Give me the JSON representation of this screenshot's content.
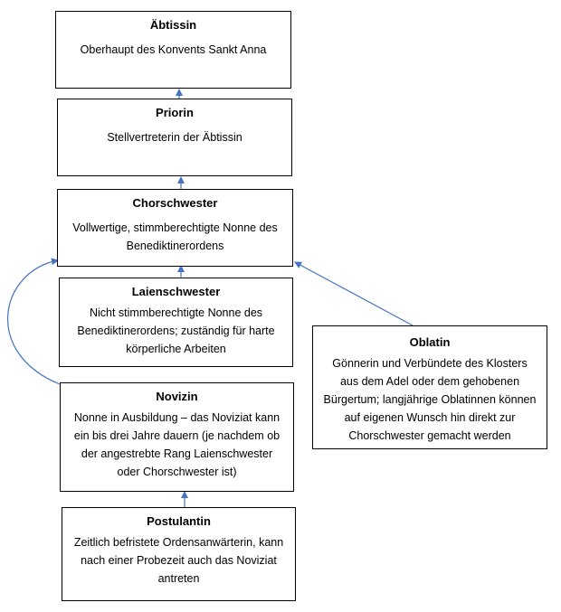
{
  "nodes": {
    "abtissin": {
      "title": "Äbtissin",
      "desc": "Oberhaupt des Konvents Sankt Anna"
    },
    "priorin": {
      "title": "Priorin",
      "desc": "Stellvertreterin der Äbtissin"
    },
    "chorschwester": {
      "title": "Chorschwester",
      "desc": "Vollwertige, stimmberechtigte Nonne des Benediktinerordens"
    },
    "laienschwester": {
      "title": "Laienschwester",
      "desc": "Nicht stimmberechtigte Nonne des Benediktinerordens; zuständig für harte körperliche Arbeiten"
    },
    "novizin": {
      "title": "Novizin",
      "desc": "Nonne in Ausbildung – das Noviziat kann ein bis drei Jahre dauern (je nachdem ob der angestrebte Rang Laienschwester oder Chorschwester ist)"
    },
    "postulantin": {
      "title": "Postulantin",
      "desc": "Zeitlich befristete Ordensanwärterin, kann nach einer Probezeit auch das Noviziat antreten"
    },
    "oblatin": {
      "title": "Oblatin",
      "desc": "Gönnerin und Verbündete des Klosters aus dem Adel oder dem gehobenen Bürgertum; langjährige Oblatinnen können auf eigenen Wunsch hin direkt zur Chorschwester gemacht werden"
    }
  },
  "edges": [
    {
      "from": "Priorin",
      "to": "Äbtissin"
    },
    {
      "from": "Chorschwester",
      "to": "Priorin"
    },
    {
      "from": "Laienschwester",
      "to": "Chorschwester"
    },
    {
      "from": "Novizin",
      "to": "Chorschwester"
    },
    {
      "from": "Postulantin",
      "to": "Novizin"
    },
    {
      "from": "Oblatin",
      "to": "Chorschwester"
    }
  ],
  "colors": {
    "arrow": "#4472C4",
    "border": "#000000"
  }
}
